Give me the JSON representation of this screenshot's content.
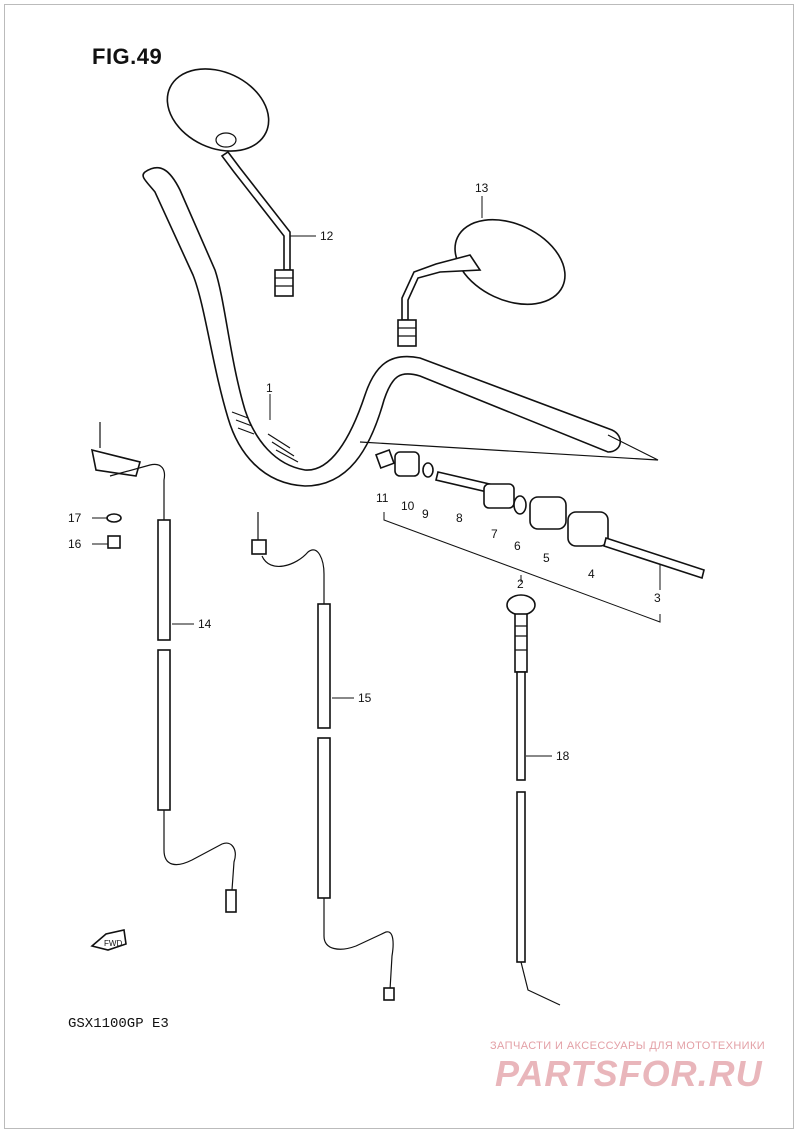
{
  "figure": {
    "title": "FIG.49",
    "model": "GSX1100GP  E3"
  },
  "watermark": {
    "tagline": "ЗАПЧАСТИ И АКСЕССУАРЫ ДЛЯ МОТОТЕХНИКИ",
    "logo": "PARTSFOR.RU"
  },
  "fwd_label": "FWD",
  "callouts": [
    "1",
    "2",
    "3",
    "4",
    "5",
    "6",
    "7",
    "8",
    "9",
    "10",
    "11",
    "12",
    "13",
    "14",
    "15",
    "16",
    "17",
    "18"
  ],
  "colors": {
    "line": "#111111",
    "watermark": "#e9b6bb"
  }
}
